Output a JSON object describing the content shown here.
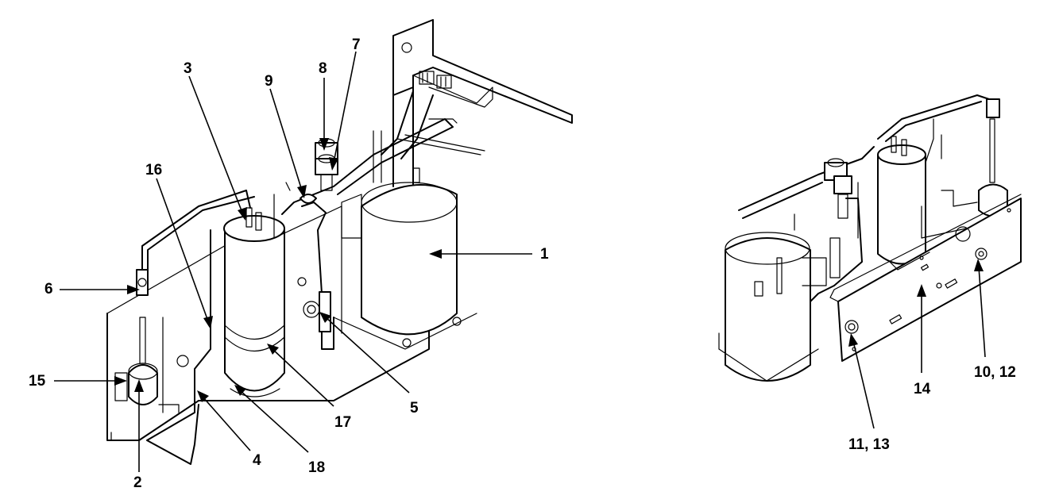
{
  "diagram": {
    "callouts": [
      {
        "id": "c1",
        "label": "1"
      },
      {
        "id": "c2",
        "label": "2"
      },
      {
        "id": "c3",
        "label": "3"
      },
      {
        "id": "c4",
        "label": "4"
      },
      {
        "id": "c5",
        "label": "5"
      },
      {
        "id": "c6",
        "label": "6"
      },
      {
        "id": "c7",
        "label": "7"
      },
      {
        "id": "c8",
        "label": "8"
      },
      {
        "id": "c9",
        "label": "9"
      },
      {
        "id": "c15",
        "label": "15"
      },
      {
        "id": "c16",
        "label": "16"
      },
      {
        "id": "c17",
        "label": "17"
      },
      {
        "id": "c18",
        "label": "18"
      },
      {
        "id": "c10_12",
        "label": "10, 12"
      },
      {
        "id": "c11_13",
        "label": "11, 13"
      },
      {
        "id": "c14",
        "label": "14"
      }
    ]
  }
}
